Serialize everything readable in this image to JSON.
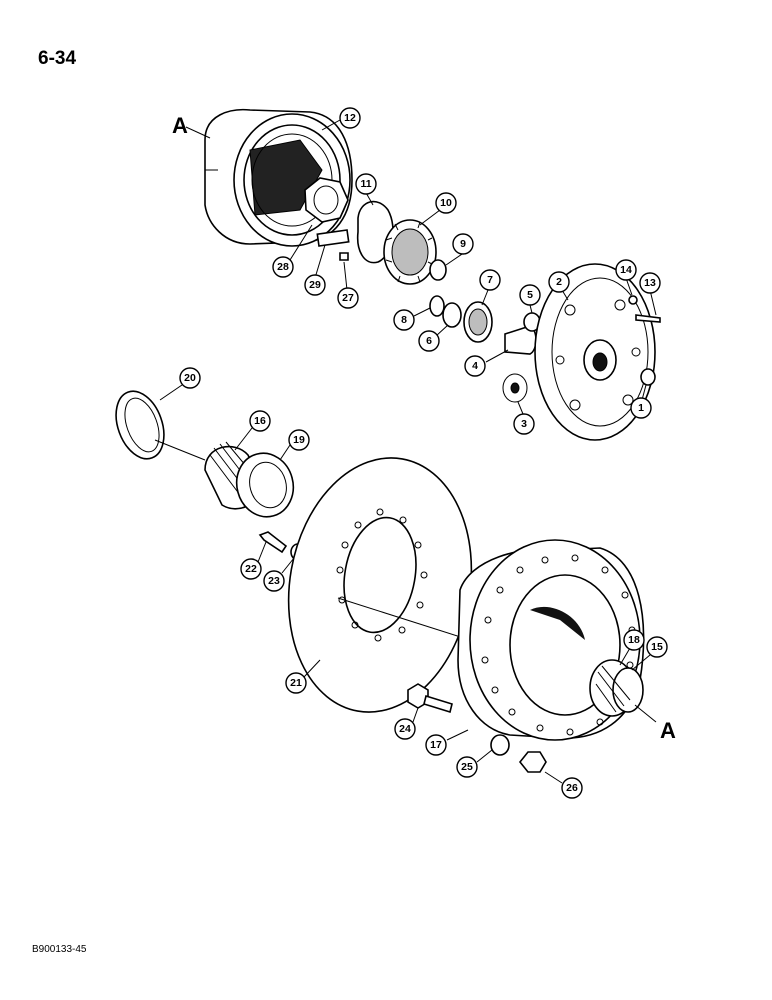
{
  "page": {
    "number": "6-34",
    "document_id": "B900133-45"
  },
  "reference_letters": [
    "A",
    "A"
  ],
  "callouts": [
    "1",
    "2",
    "3",
    "4",
    "5",
    "6",
    "7",
    "8",
    "9",
    "10",
    "11",
    "12",
    "13",
    "14",
    "15",
    "16",
    "17",
    "18",
    "19",
    "20",
    "21",
    "22",
    "23",
    "24",
    "25",
    "26",
    "27",
    "28",
    "29"
  ]
}
